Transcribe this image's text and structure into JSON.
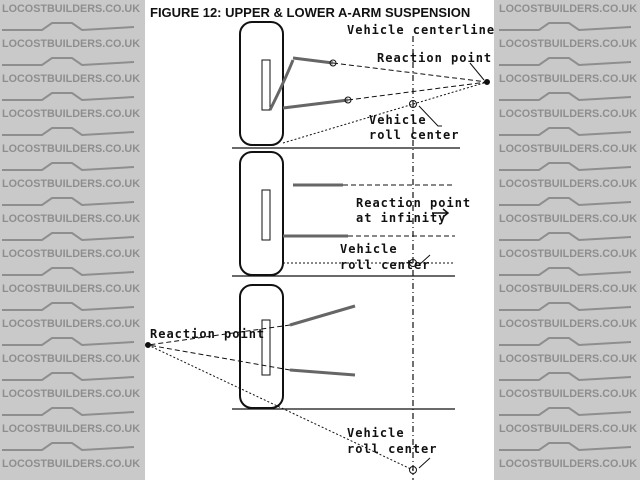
{
  "watermark": {
    "text": "LOCOSTBUILDERS.CO.UK",
    "background": "#c9c9c9",
    "color": "#8e8e8e"
  },
  "figure": {
    "title": "FIGURE 12: UPPER & LOWER A-ARM SUSPENSION",
    "labels": {
      "centerline": "Vehicle centerline",
      "reaction1": "Reaction point",
      "roll1_a": "Vehicle",
      "roll1_b": "roll center",
      "reaction2_a": "Reaction point",
      "reaction2_b": "at infinity",
      "roll2_a": "Vehicle",
      "roll2_b": "roll center",
      "reaction3": "Reaction point",
      "roll3_a": "Vehicle",
      "roll3_b": "roll center"
    }
  }
}
